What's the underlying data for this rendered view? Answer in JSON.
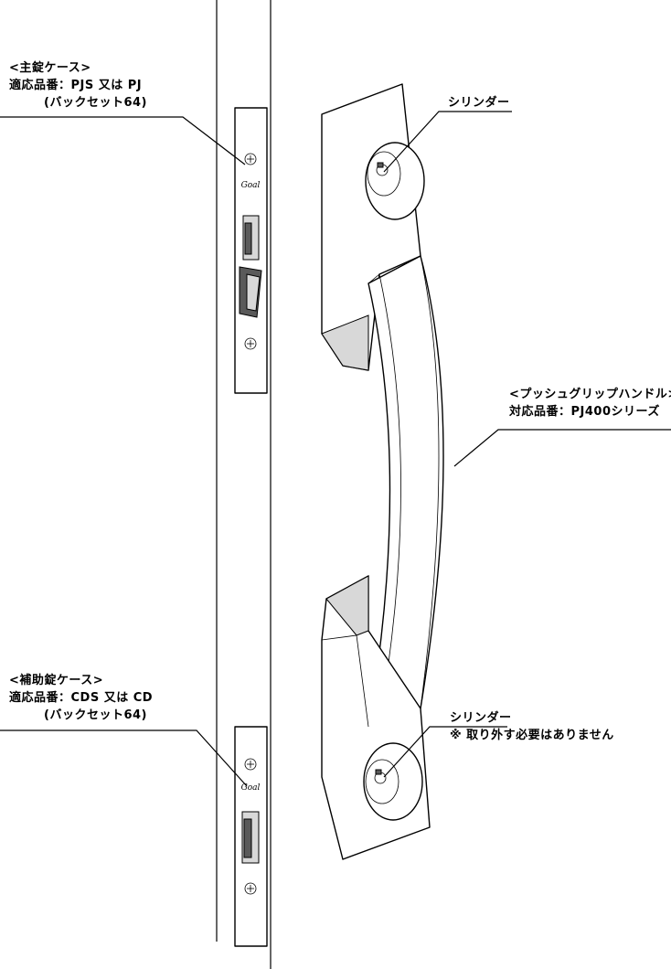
{
  "main_lock_case": {
    "title": "<主錠ケース>",
    "models": "適応品番：PJS 又は PJ",
    "backset": "(バックセット64)"
  },
  "aux_lock_case": {
    "title": "<補助錠ケース>",
    "models": "適応品番：CDS 又は CD",
    "backset": "(バックセット64)"
  },
  "handle": {
    "title": "<プッシュグリップハンドル>",
    "models": "対応品番：PJ400シリーズ"
  },
  "cylinder_top": {
    "label": "シリンダー"
  },
  "cylinder_bottom": {
    "label": "シリンダー",
    "note": "※ 取り外す必要はありません"
  },
  "plate_logo": "Goal"
}
